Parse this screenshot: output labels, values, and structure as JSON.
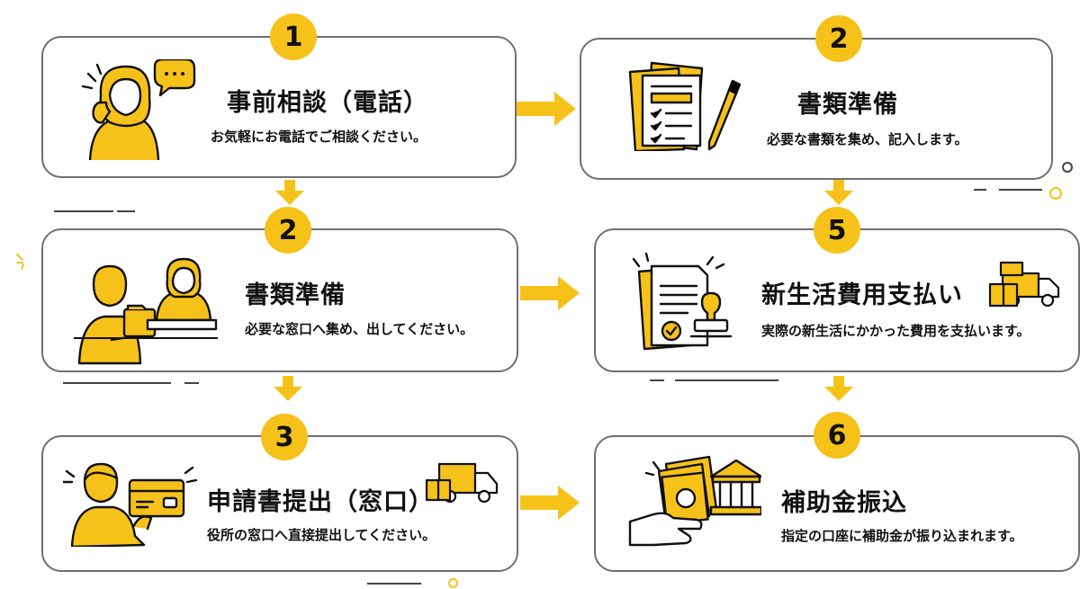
{
  "colors": {
    "accent": "#F6C21A",
    "border": "#6F6F6F",
    "text": "#111111"
  },
  "steps": [
    {
      "number": "1",
      "title": "事前相談（電話）",
      "desc": "お気軽にお電話でご相談ください。",
      "icon": "phone-consultation-icon"
    },
    {
      "number": "2",
      "title": "書類準備",
      "desc": "必要な窓口へ集め、出してください。",
      "icon": "counter-staff-icon"
    },
    {
      "number": "3",
      "title": "申請書提出（窓口）",
      "desc": "役所の窓口へ直接提出してください。",
      "icon": "card-payment-icon"
    },
    {
      "number": "2",
      "title": "書類準備",
      "desc": "必要な書類を集め、記入します。",
      "icon": "documents-pen-icon"
    },
    {
      "number": "5",
      "title": "新生活費用支払い",
      "desc": "実際の新生活にかかった費用を支払います。",
      "icon": "stamped-document-icon"
    },
    {
      "number": "6",
      "title": "補助金振込",
      "desc": "指定の口座に補助金が振り込まれます。",
      "icon": "bank-money-icon"
    }
  ]
}
